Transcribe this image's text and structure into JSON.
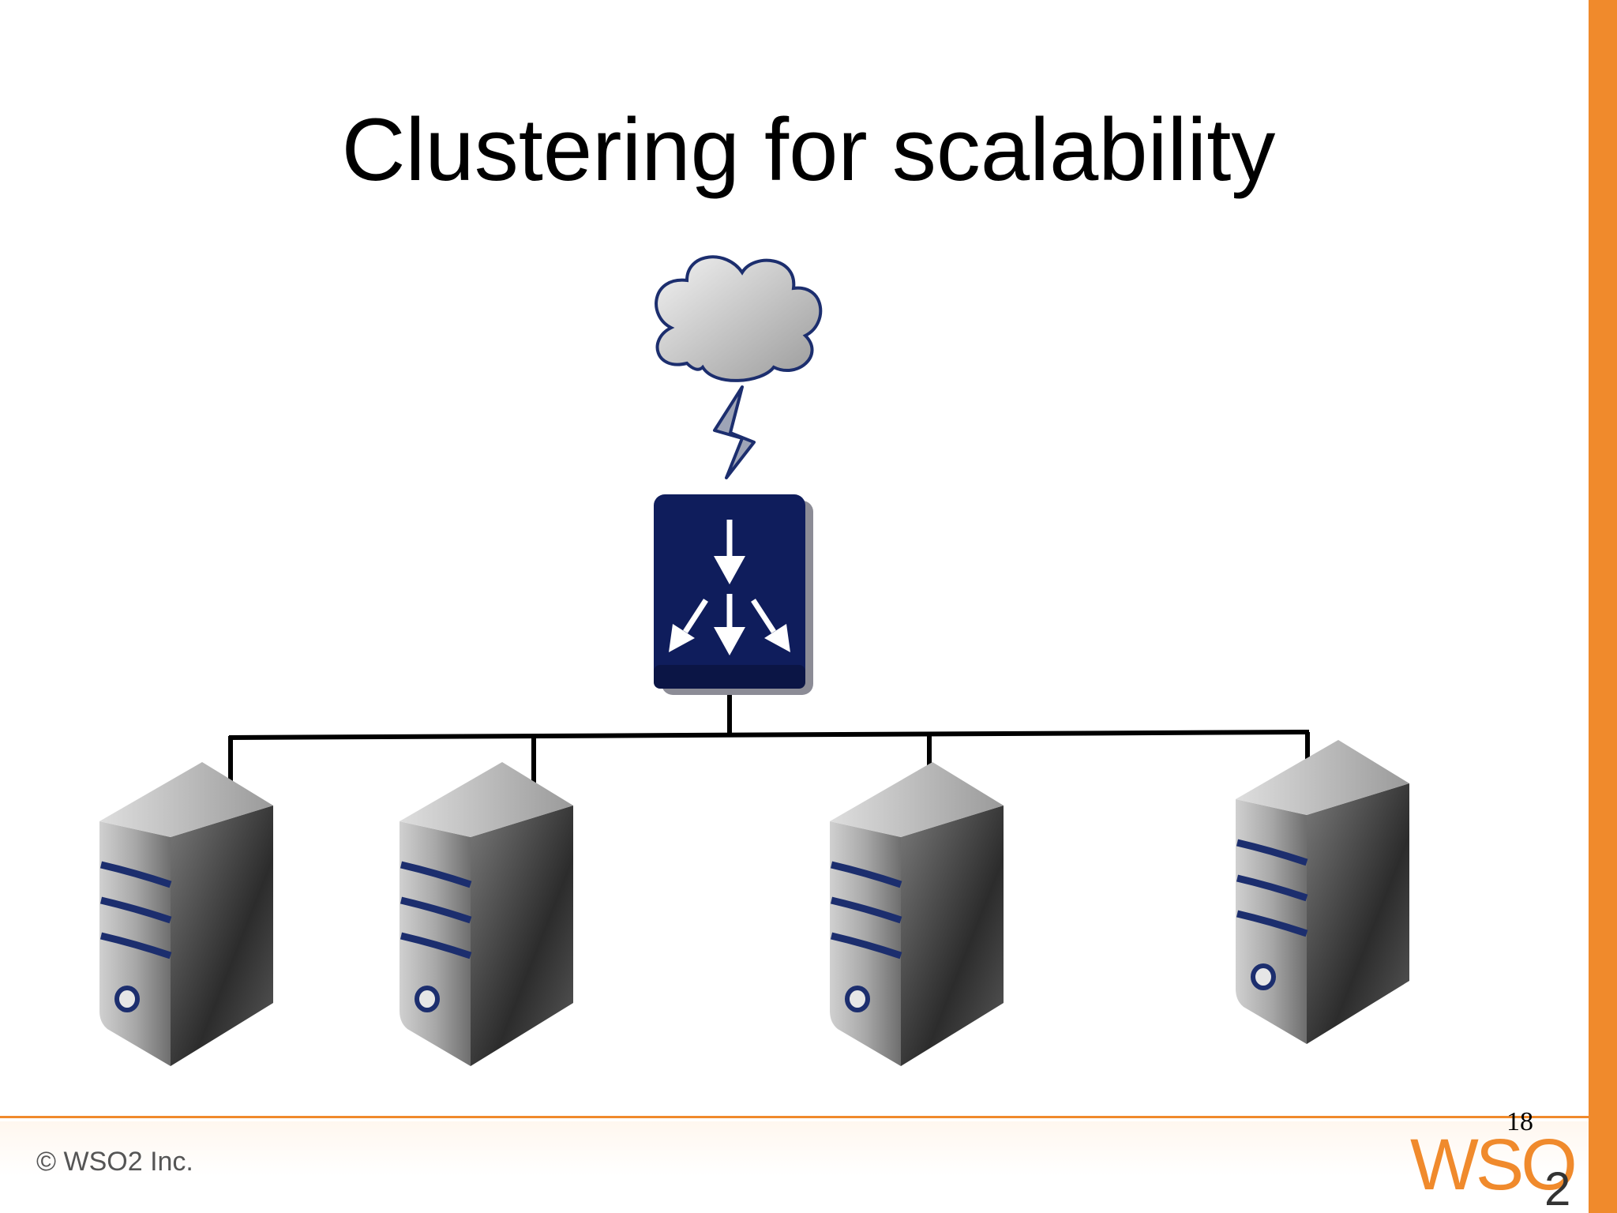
{
  "slide": {
    "title": "Clustering for scalability",
    "copyright": "© WSO2 Inc.",
    "page_number": "18"
  },
  "logo": {
    "text": "WSO",
    "subscript": "2"
  },
  "colors": {
    "accent_orange": "#f08a2c",
    "load_balancer_blue": "#0f1d5c",
    "server_stripe_blue": "#1c2e6e"
  },
  "diagram": {
    "nodes": [
      {
        "id": "internet",
        "icon": "cloud-icon"
      },
      {
        "id": "link",
        "icon": "lightning-bolt-icon"
      },
      {
        "id": "load-balancer",
        "icon": "load-balancer-icon"
      },
      {
        "id": "server-1",
        "icon": "server-icon"
      },
      {
        "id": "server-2",
        "icon": "server-icon"
      },
      {
        "id": "server-3",
        "icon": "server-icon"
      },
      {
        "id": "server-4",
        "icon": "server-icon"
      }
    ],
    "edges": [
      {
        "from": "internet",
        "to": "load-balancer"
      },
      {
        "from": "load-balancer",
        "to": "server-1"
      },
      {
        "from": "load-balancer",
        "to": "server-2"
      },
      {
        "from": "load-balancer",
        "to": "server-3"
      },
      {
        "from": "load-balancer",
        "to": "server-4"
      }
    ]
  }
}
